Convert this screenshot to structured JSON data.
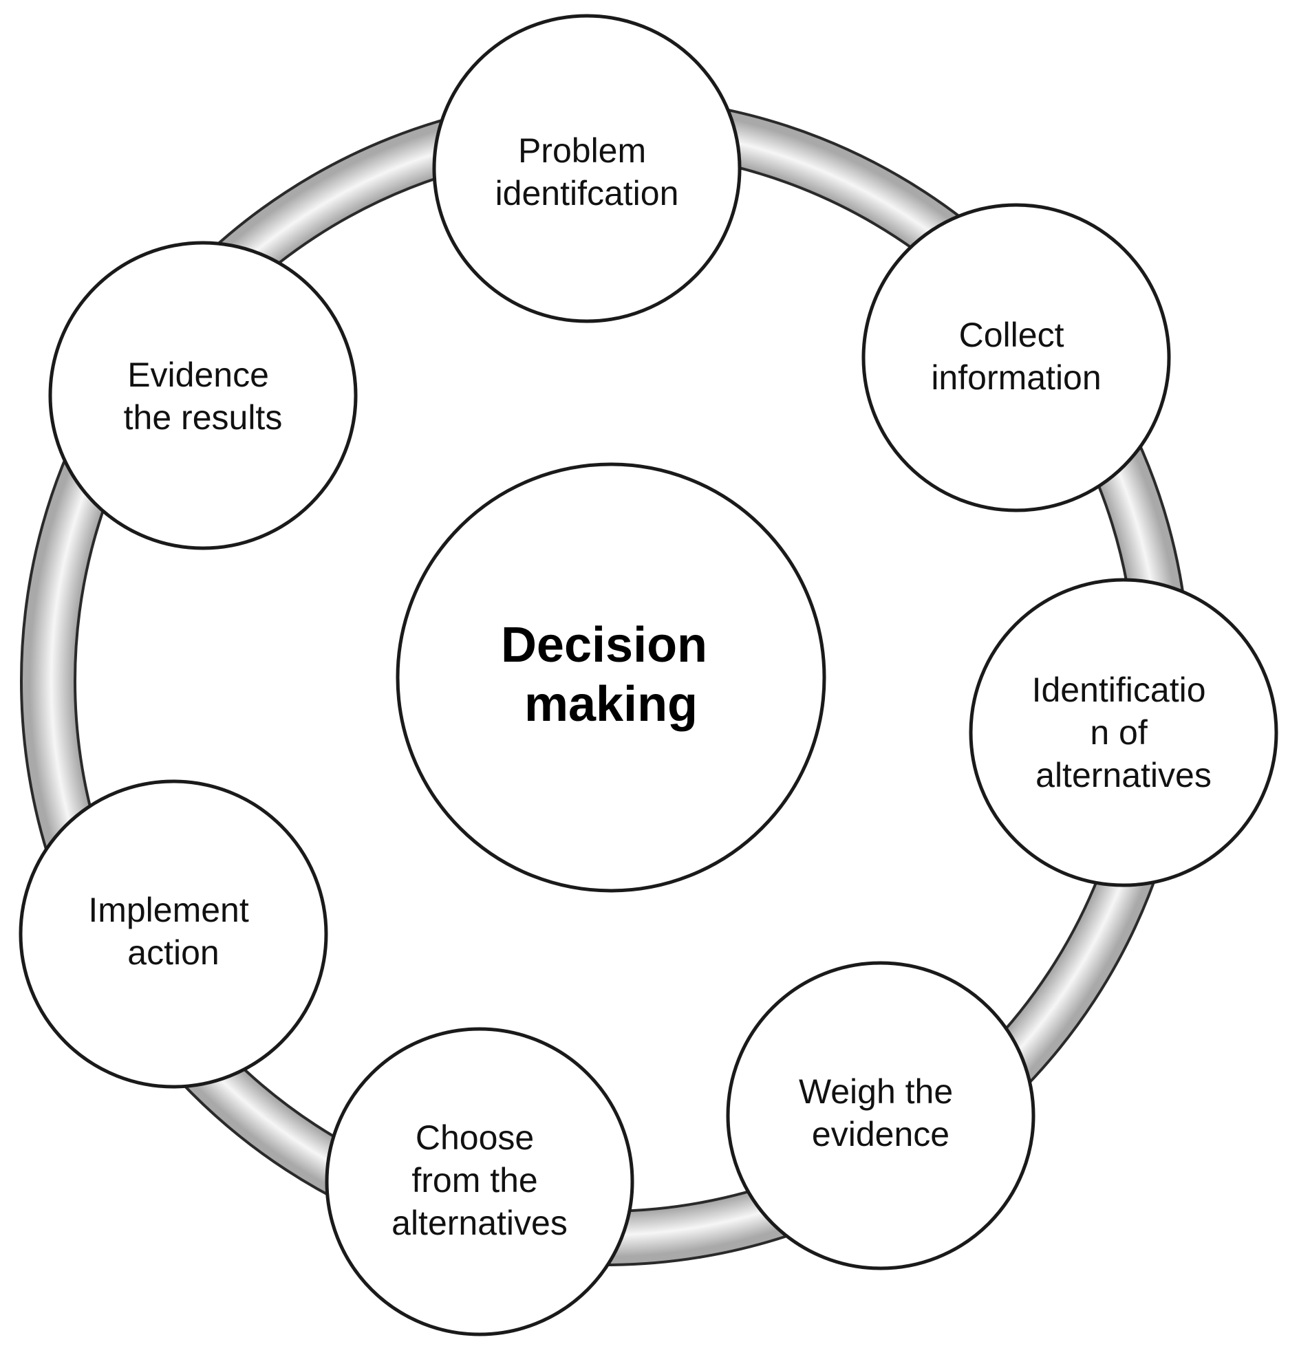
{
  "diagram": {
    "center": {
      "lines": [
        "Decision",
        "making"
      ]
    },
    "steps": [
      {
        "id": "problem-identification",
        "lines": [
          "Problem",
          "identifcation"
        ]
      },
      {
        "id": "collect-information",
        "lines": [
          "Collect",
          "information"
        ]
      },
      {
        "id": "identification-of-alternatives",
        "lines": [
          "Identificatio",
          "n of",
          "alternatives"
        ]
      },
      {
        "id": "weigh-the-evidence",
        "lines": [
          "Weigh the",
          "evidence"
        ]
      },
      {
        "id": "choose-from-the-alternatives",
        "lines": [
          "Choose",
          "from the",
          "alternatives"
        ]
      },
      {
        "id": "implement-action",
        "lines": [
          "Implement",
          "action"
        ]
      },
      {
        "id": "evidence-the-results",
        "lines": [
          "Evidence",
          "the results"
        ]
      }
    ],
    "colors": {
      "ring_outer": "#2a2a2a",
      "ring_fill_dark": "#a8a8a8",
      "ring_fill_light": "#f4f4f4",
      "circle_stroke": "#1a1a1a",
      "circle_fill": "#ffffff"
    }
  }
}
